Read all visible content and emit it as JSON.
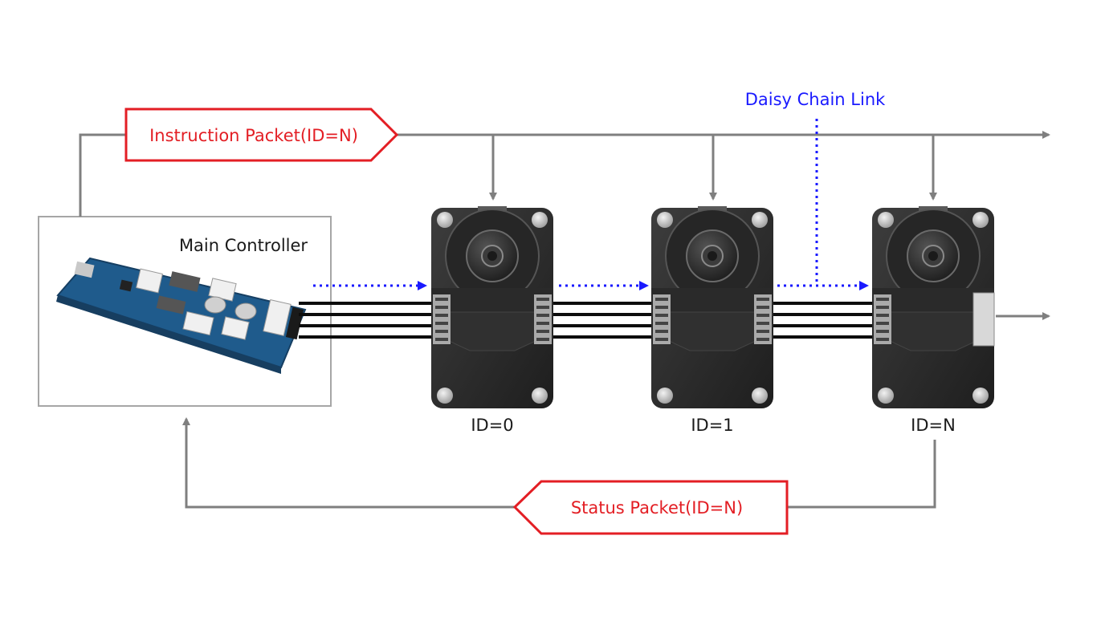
{
  "diagram": {
    "instruction_packet": "Instruction Packet(ID=N)",
    "status_packet": "Status Packet(ID=N)",
    "daisy_chain_link": "Daisy Chain Link",
    "main_controller": "Main Controller",
    "servos": [
      {
        "id_label": "ID=0"
      },
      {
        "id_label": "ID=1"
      },
      {
        "id_label": "ID=N"
      }
    ]
  },
  "colors": {
    "packet_red": "#e31e24",
    "link_blue": "#1a1aff",
    "arrow_gray": "#7f7f7f",
    "servo_body": "#2b2b2b",
    "board_blue": "#1f5b8c"
  },
  "icons": {
    "servo": "dynamixel-servo-icon",
    "controller_board": "controller-board-icon"
  }
}
